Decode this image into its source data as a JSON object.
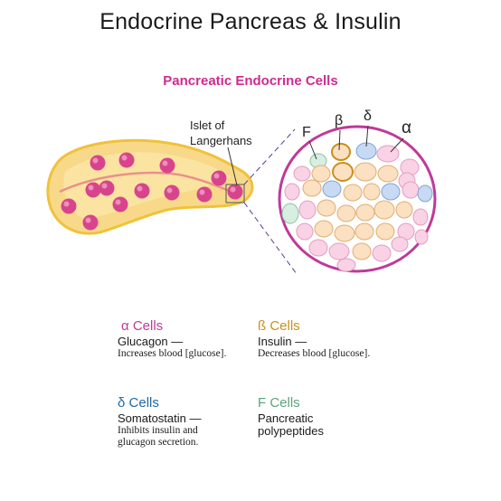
{
  "title": "Endocrine Pancreas & Insulin",
  "subtitle": "Pancreatic Endocrine Cells",
  "islet_label": [
    "Islet of",
    "Langerhans"
  ],
  "cell_labels": {
    "f": "F",
    "beta": "β",
    "delta": "δ",
    "alpha": "α"
  },
  "colors": {
    "alpha": "#c0399a",
    "beta": "#c8901c",
    "delta": "#1e6aa8",
    "f": "#5aa57a",
    "accent": "#cf2a8e",
    "pancreas": "#f6c94e",
    "islet_pink": "#d8448c"
  },
  "legend": {
    "alpha": {
      "heading": "α Cells",
      "hormone": "Glucagon  —",
      "desc": [
        "Increases blood [glucose]."
      ]
    },
    "beta": {
      "heading": "ß Cells",
      "hormone": "Insulin  —",
      "desc": [
        "Decreases blood [glucose]."
      ]
    },
    "delta": {
      "heading": "δ Cells",
      "hormone": "Somatostatin  —",
      "desc": [
        "Inhibits insulin and",
        "glucagon secretion."
      ]
    },
    "f": {
      "heading": "F Cells",
      "hormone": [
        "Pancreatic",
        "polypeptides"
      ]
    }
  }
}
